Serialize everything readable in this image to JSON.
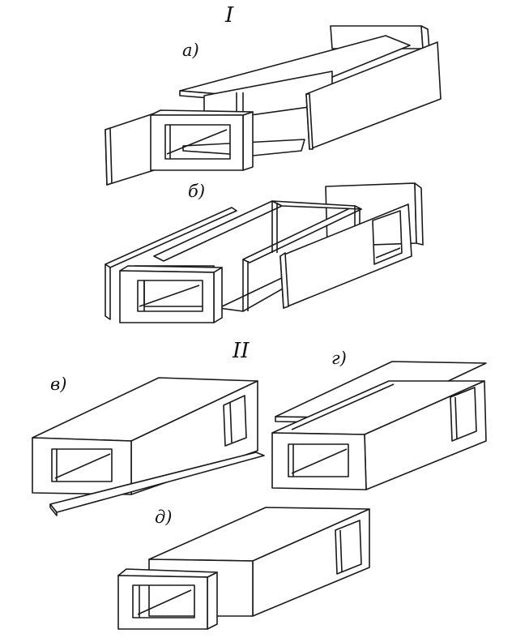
{
  "sections": [
    {
      "id": "I",
      "label": "I"
    },
    {
      "id": "II",
      "label": "II"
    }
  ],
  "parts": [
    {
      "id": "a",
      "label": "а)"
    },
    {
      "id": "b",
      "label": "б)"
    },
    {
      "id": "v",
      "label": "в)"
    },
    {
      "id": "g",
      "label": "г)"
    },
    {
      "id": "d",
      "label": "д)"
    }
  ],
  "colors": {
    "line": "#1a1a1a",
    "paper": "#ffffff"
  }
}
